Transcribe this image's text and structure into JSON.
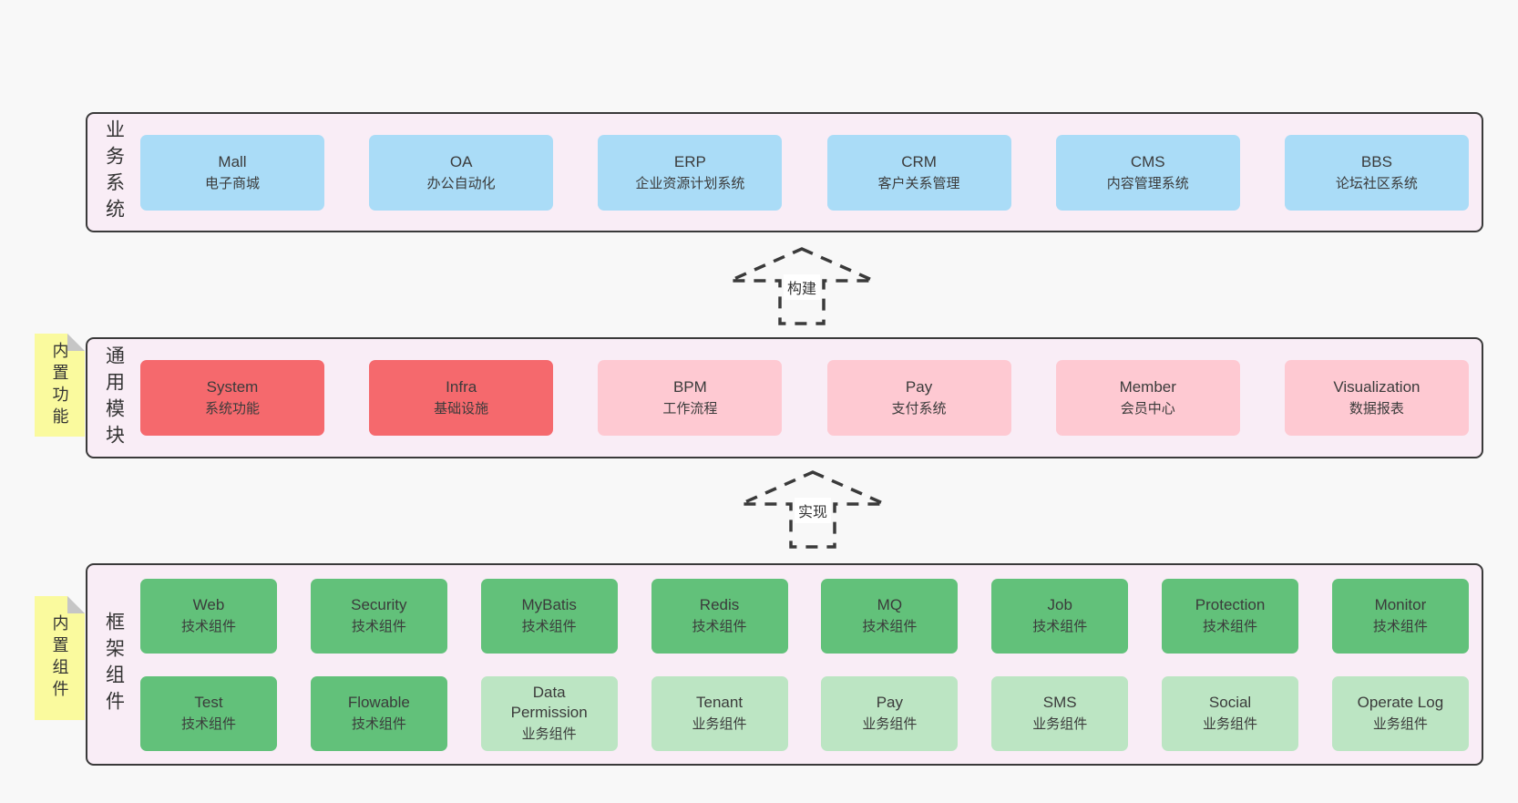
{
  "colors": {
    "page_bg": "#f8f8f8",
    "panel_bg": "#f9edf6",
    "panel_border": "#3a3a3a",
    "blue": "#aadcf7",
    "red": "#f5696d",
    "pink": "#fec9d2",
    "green": "#62c17a",
    "green_light": "#bce5c3",
    "sticky_yellow": "#fafa9e",
    "text": "#3b3b3b"
  },
  "layers": {
    "business": {
      "label": "业务系统",
      "boxes": [
        {
          "name": "Mall",
          "desc": "电子商城"
        },
        {
          "name": "OA",
          "desc": "办公自动化"
        },
        {
          "name": "ERP",
          "desc": "企业资源计划系统"
        },
        {
          "name": "CRM",
          "desc": "客户关系管理"
        },
        {
          "name": "CMS",
          "desc": "内容管理系统"
        },
        {
          "name": "BBS",
          "desc": "论坛社区系统"
        }
      ]
    },
    "modules": {
      "label": "通用模块",
      "sticky": "内置功能",
      "boxes": [
        {
          "name": "System",
          "desc": "系统功能",
          "variant": "red"
        },
        {
          "name": "Infra",
          "desc": "基础设施",
          "variant": "red"
        },
        {
          "name": "BPM",
          "desc": "工作流程",
          "variant": "pink"
        },
        {
          "name": "Pay",
          "desc": "支付系统",
          "variant": "pink"
        },
        {
          "name": "Member",
          "desc": "会员中心",
          "variant": "pink"
        },
        {
          "name": "Visualization",
          "desc": "数据报表",
          "variant": "pink"
        }
      ]
    },
    "components": {
      "label": "框架组件",
      "sticky": "内置组件",
      "row1": [
        {
          "name": "Web",
          "desc": "技术组件",
          "variant": "green"
        },
        {
          "name": "Security",
          "desc": "技术组件",
          "variant": "green"
        },
        {
          "name": "MyBatis",
          "desc": "技术组件",
          "variant": "green"
        },
        {
          "name": "Redis",
          "desc": "技术组件",
          "variant": "green"
        },
        {
          "name": "MQ",
          "desc": "技术组件",
          "variant": "green"
        },
        {
          "name": "Job",
          "desc": "技术组件",
          "variant": "green"
        },
        {
          "name": "Protection",
          "desc": "技术组件",
          "variant": "green"
        },
        {
          "name": "Monitor",
          "desc": "技术组件",
          "variant": "green"
        }
      ],
      "row2": [
        {
          "name": "Test",
          "desc": "技术组件",
          "variant": "green"
        },
        {
          "name": "Flowable",
          "desc": "技术组件",
          "variant": "green"
        },
        {
          "name": "Data Permission",
          "desc": "业务组件",
          "variant": "green-light"
        },
        {
          "name": "Tenant",
          "desc": "业务组件",
          "variant": "green-light"
        },
        {
          "name": "Pay",
          "desc": "业务组件",
          "variant": "green-light"
        },
        {
          "name": "SMS",
          "desc": "业务组件",
          "variant": "green-light"
        },
        {
          "name": "Social",
          "desc": "业务组件",
          "variant": "green-light"
        },
        {
          "name": "Operate Log",
          "desc": "业务组件",
          "variant": "green-light"
        }
      ]
    }
  },
  "arrows": {
    "build": {
      "label": "构建"
    },
    "implement": {
      "label": "实现"
    }
  }
}
